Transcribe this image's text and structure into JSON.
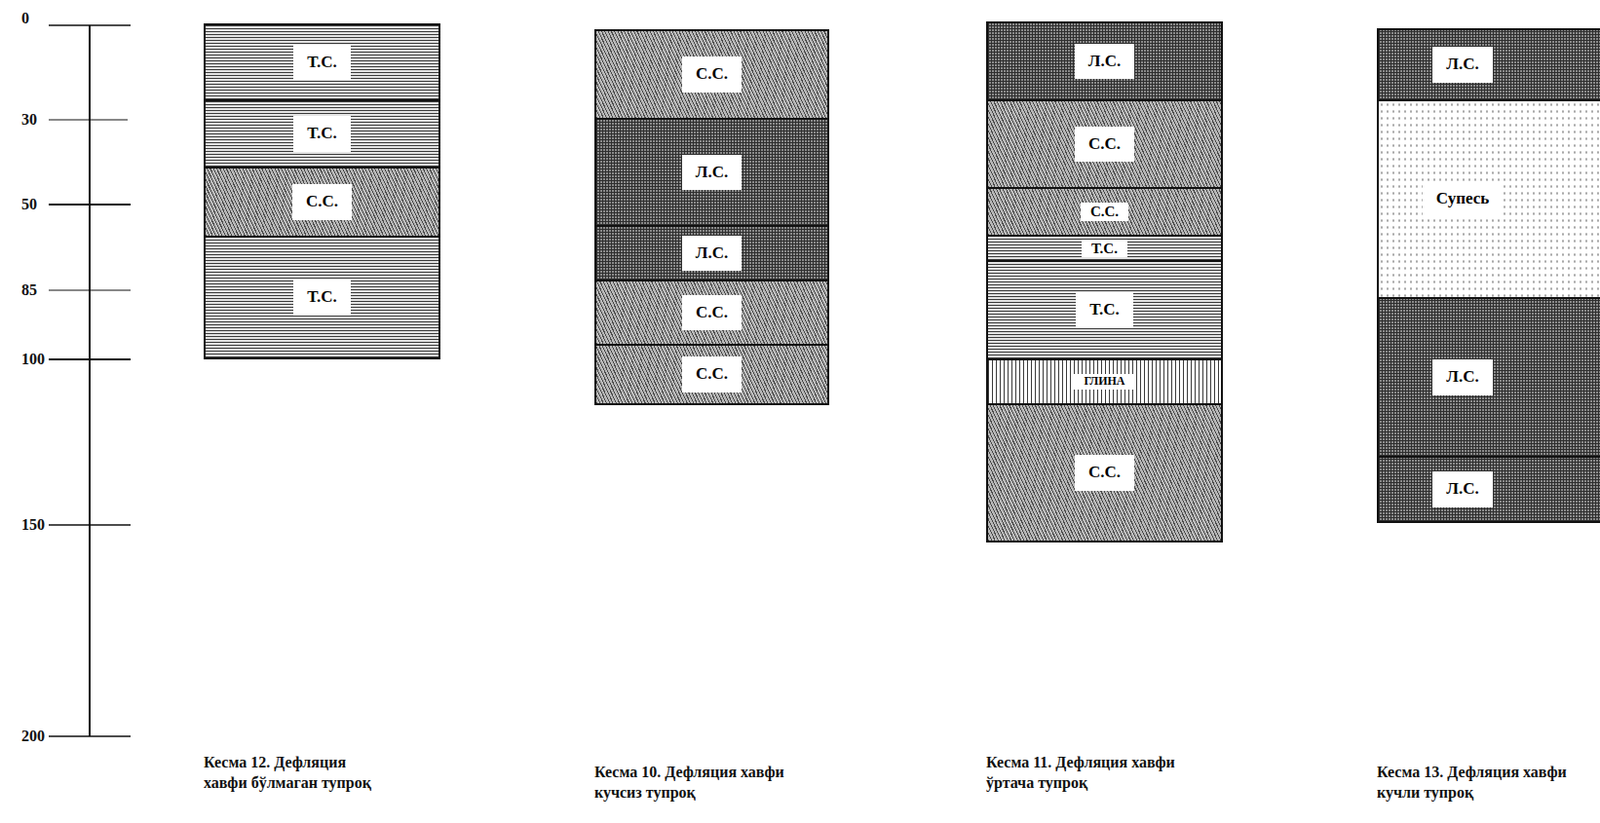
{
  "diagram": {
    "nodes": [
      {
        "text": [
          "Кесма 12. Дефляция хавфи бўлмаган тупроқ"
        ]
      },
      {
        "text": [
          "Т.С."
        ],
        "in": 0
      },
      {
        "text": [
          "Т.С."
        ],
        "in": 0
      },
      {
        "text": [
          "С.С."
        ],
        "in": 0
      },
      {
        "text": [
          "Т.С."
        ],
        "in": 0
      },
      {
        "text": [
          "Кесма 10. Дефляция хавфи кучсиз тупроқ"
        ]
      },
      {
        "text": [
          "С.С."
        ],
        "in": 5
      },
      {
        "text": [
          "Л.С."
        ],
        "in": 5
      },
      {
        "text": [
          "Л.С."
        ],
        "in": 5
      },
      {
        "text": [
          "С.С."
        ],
        "in": 5
      },
      {
        "text": [
          "С.С."
        ],
        "in": 5
      },
      {
        "text": [
          "Кесма 11. Дефляция хавфи ўртача тупроқ"
        ]
      },
      {
        "text": [
          "Л.С."
        ],
        "in": 11
      },
      {
        "text": [
          "С.С."
        ],
        "in": 11
      },
      {
        "text": [
          "С.С."
        ],
        "in": 11
      },
      {
        "text": [
          "Т.С."
        ],
        "in": 11
      },
      {
        "text": [
          "Т.С."
        ],
        "in": 11
      },
      {
        "text": [
          "ГЛИНА"
        ],
        "in": 11
      },
      {
        "text": [
          "С.С."
        ],
        "in": 11
      },
      {
        "text": [
          "Кесма 13. Дефляция хавфи кучли тупроқ"
        ]
      },
      {
        "text": [
          "Л.С."
        ],
        "in": 19
      },
      {
        "text": [
          "Супесь"
        ],
        "in": 19
      },
      {
        "text": [
          "Л.С."
        ],
        "in": 19
      },
      {
        "text": [
          "Л.С."
        ],
        "in": 19
      }
    ],
    "labels": [
      "0",
      "30",
      "50",
      "85",
      "100",
      "150",
      "200"
    ]
  }
}
